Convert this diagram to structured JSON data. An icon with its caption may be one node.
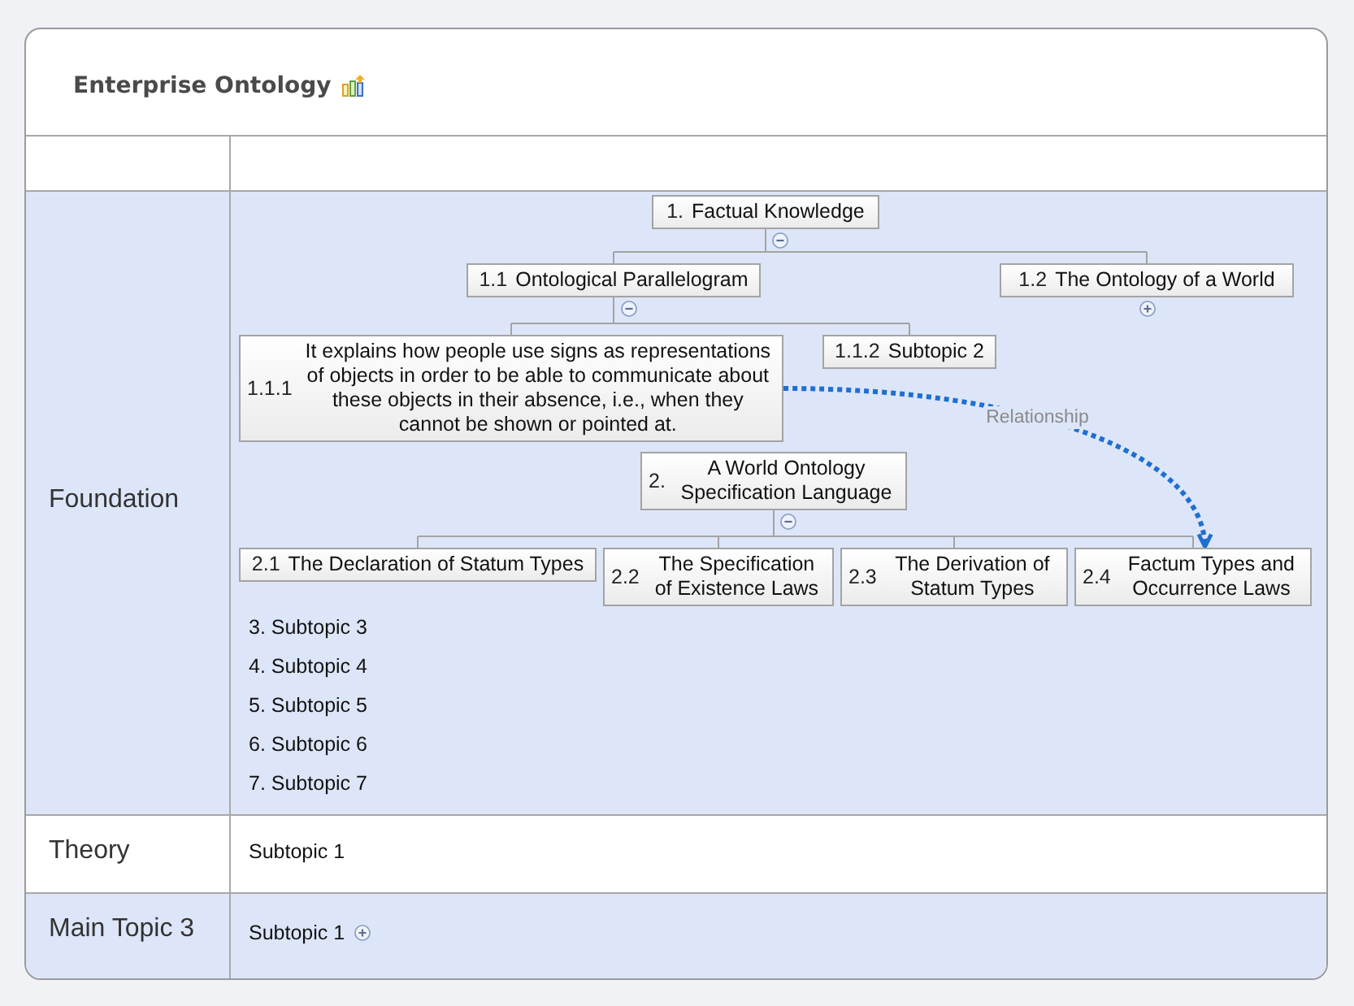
{
  "diagram": {
    "title": "Enterprise Ontology",
    "nodes": [
      {
        "text": [
          "Foundation",
          "3. Subtopic 3",
          "4. Subtopic 4",
          "5. Subtopic 5",
          "6. Subtopic 6",
          "7. Subtopic 7"
        ]
      },
      {
        "text": [
          "1.",
          "Factual Knowledge"
        ],
        "in": 0
      },
      {
        "text": [
          "1.1",
          "Ontological Parallelogram"
        ],
        "in": 0
      },
      {
        "text": [
          "1.2",
          "The Ontology of a World"
        ],
        "in": 0
      },
      {
        "text": [
          "1.1.1",
          "It explains how people use signs as representations of objects in order to be able to communicate about these objects in their absence, i.e., when they cannot be shown or pointed at."
        ],
        "in": 0
      },
      {
        "text": [
          "1.1.2",
          "Subtopic 2"
        ],
        "in": 0
      },
      {
        "text": [
          "2.",
          "A World Ontology Specification Language"
        ],
        "in": 0
      },
      {
        "text": [
          "2.1",
          "The Declaration of Statum Types"
        ],
        "in": 0
      },
      {
        "text": [
          "2.2",
          "The Specification of Existence Laws"
        ],
        "in": 0
      },
      {
        "text": [
          "2.3",
          "The Derivation of Statum Types"
        ],
        "in": 0
      },
      {
        "text": [
          "2.4",
          "Factum Types and Occurrence Laws"
        ],
        "in": 0
      },
      {
        "text": [
          "Theory",
          "Subtopic 1"
        ]
      },
      {
        "text": [
          "Main Topic 3",
          "Subtopic 1"
        ]
      }
    ],
    "edges": [
      {
        "from": 1,
        "to": 2,
        "arrow": "none"
      },
      {
        "from": 1,
        "to": 3,
        "arrow": "none"
      },
      {
        "from": 2,
        "to": 4,
        "arrow": "none"
      },
      {
        "from": 2,
        "to": 5,
        "arrow": "none"
      },
      {
        "from": 6,
        "to": 7,
        "arrow": "none"
      },
      {
        "from": 6,
        "to": 8,
        "arrow": "none"
      },
      {
        "from": 6,
        "to": 9,
        "arrow": "none"
      },
      {
        "from": 6,
        "to": 10,
        "arrow": "none"
      },
      {
        "from": 4,
        "to": 10,
        "arrow": "to",
        "label": "Relationship",
        "style": "dashed",
        "color": "#1f6fd1"
      }
    ]
  }
}
